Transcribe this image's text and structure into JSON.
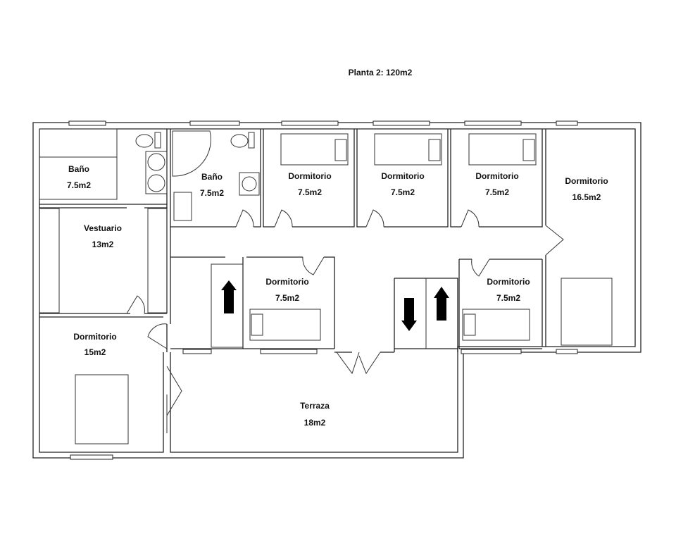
{
  "title": "Planta 2: 120m2",
  "rooms": [
    {
      "name": "Baño",
      "area": "7.5m2"
    },
    {
      "name": "Vestuario",
      "area": "13m2"
    },
    {
      "name": "Dormitorio",
      "area": "15m2"
    },
    {
      "name": "Baño",
      "area": "7.5m2"
    },
    {
      "name": "Dormitorio",
      "area": "7.5m2"
    },
    {
      "name": "Dormitorio",
      "area": "7.5m2"
    },
    {
      "name": "Dormitorio",
      "area": "7.5m2"
    },
    {
      "name": "Dormitorio",
      "area": "16.5m2"
    },
    {
      "name": "Dormitorio",
      "area": "7.5m2"
    },
    {
      "name": "Dormitorio",
      "area": "7.5m2"
    },
    {
      "name": "Terraza",
      "area": "18m2"
    }
  ]
}
